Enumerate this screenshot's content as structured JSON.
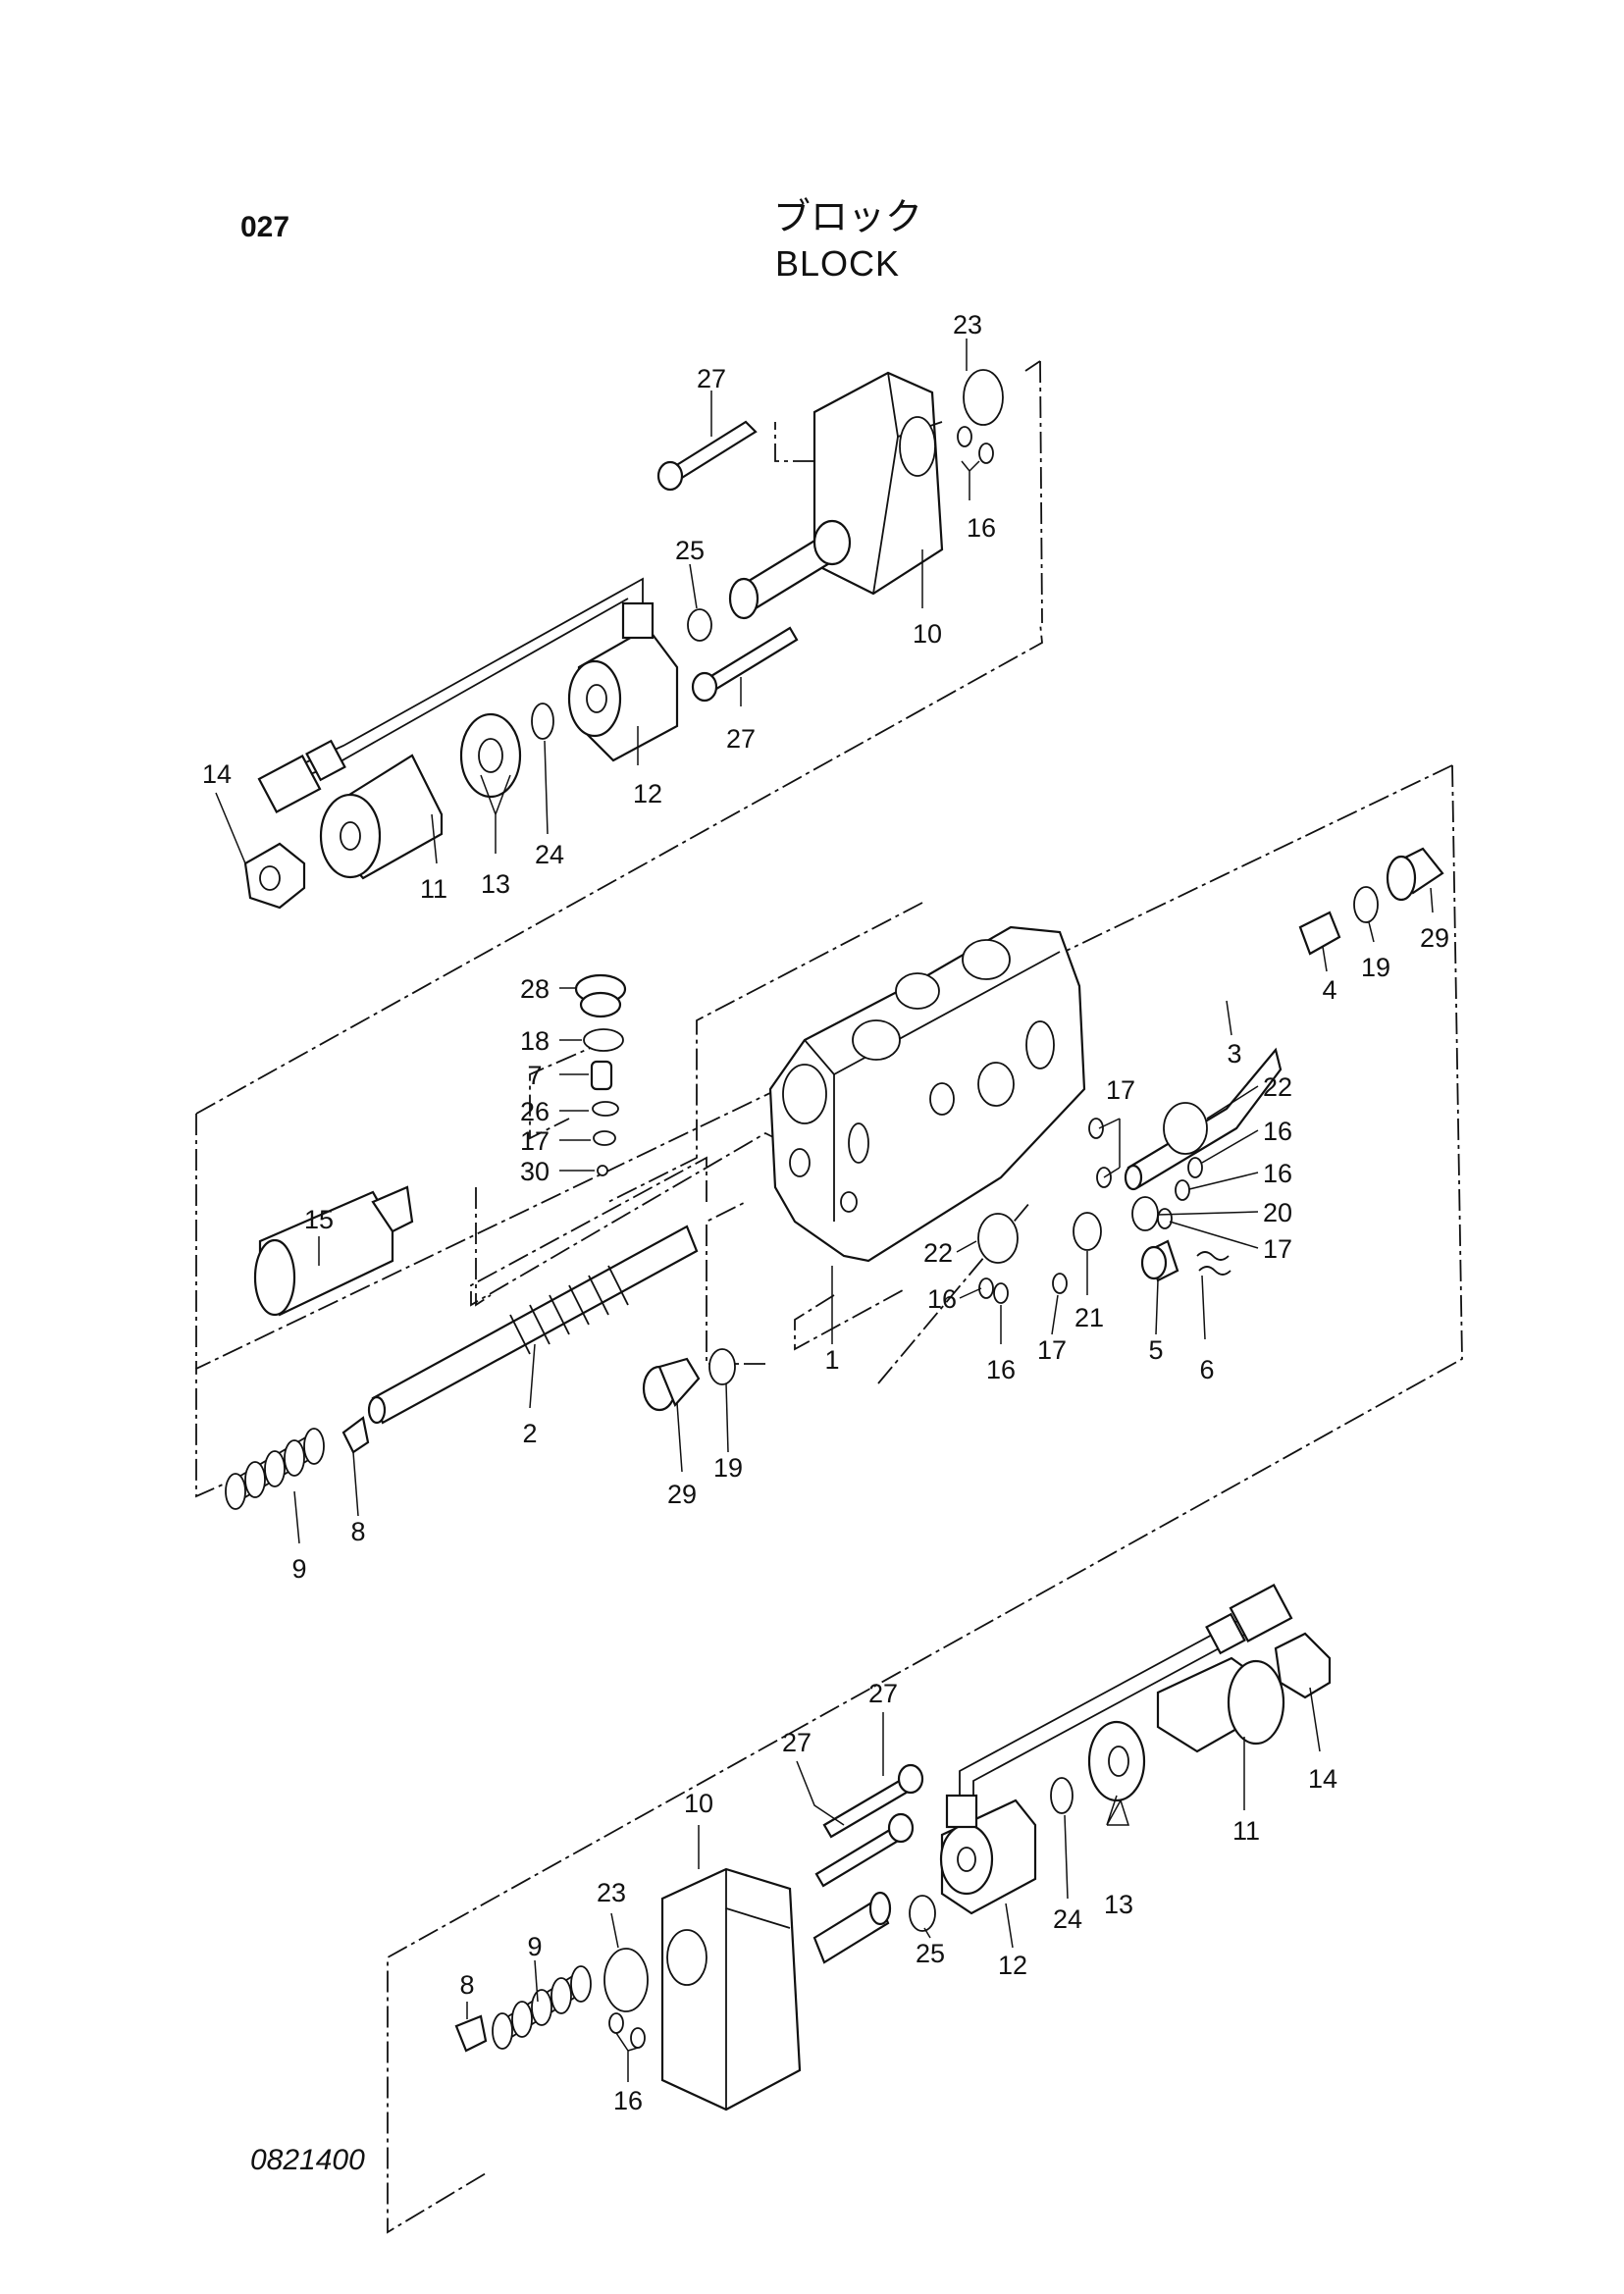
{
  "header": {
    "page_number": "027",
    "title_jp": "ブロック",
    "title_en": "BLOCK"
  },
  "footer": {
    "code": "0821400"
  },
  "callouts": [
    "23",
    "27",
    "16",
    "25",
    "10",
    "27",
    "12",
    "24",
    "13",
    "11",
    "14",
    "29",
    "19",
    "4",
    "3",
    "28",
    "18",
    "7",
    "26",
    "17",
    "30",
    "15",
    "17",
    "22",
    "16",
    "16",
    "20",
    "17",
    "22",
    "21",
    "16",
    "16",
    "17",
    "5",
    "6",
    "1",
    "2",
    "29",
    "19",
    "8",
    "9",
    "27",
    "27",
    "10",
    "14",
    "11",
    "13",
    "24",
    "25",
    "12",
    "23",
    "9",
    "8",
    "16"
  ]
}
